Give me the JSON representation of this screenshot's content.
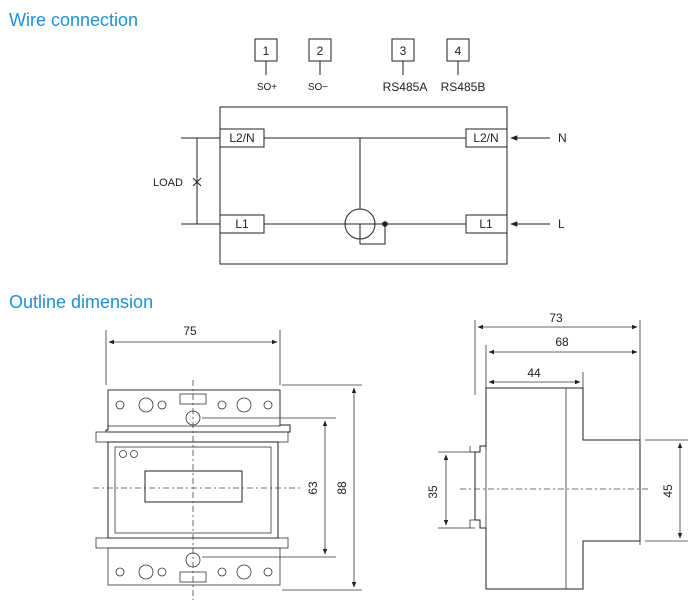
{
  "titles": {
    "wire": "Wire connection",
    "outline": "Outline dimension"
  },
  "terminals": [
    {
      "num": "1",
      "label": "SO+"
    },
    {
      "num": "2",
      "label": "SO−"
    },
    {
      "num": "3",
      "label": "RS485A"
    },
    {
      "num": "4",
      "label": "RS485B"
    }
  ],
  "wiring": {
    "left_top": "L2/N",
    "left_bottom": "L1",
    "right_top": "L2/N",
    "right_bottom": "L1",
    "load": "LOAD",
    "line_n": "N",
    "line_l": "L"
  },
  "dimensions": {
    "front_width": "75",
    "front_height": "88",
    "front_inner": "63",
    "side_total": "73",
    "side_mid": "68",
    "side_short": "44",
    "side_left_height": "35",
    "side_right_height": "45"
  }
}
